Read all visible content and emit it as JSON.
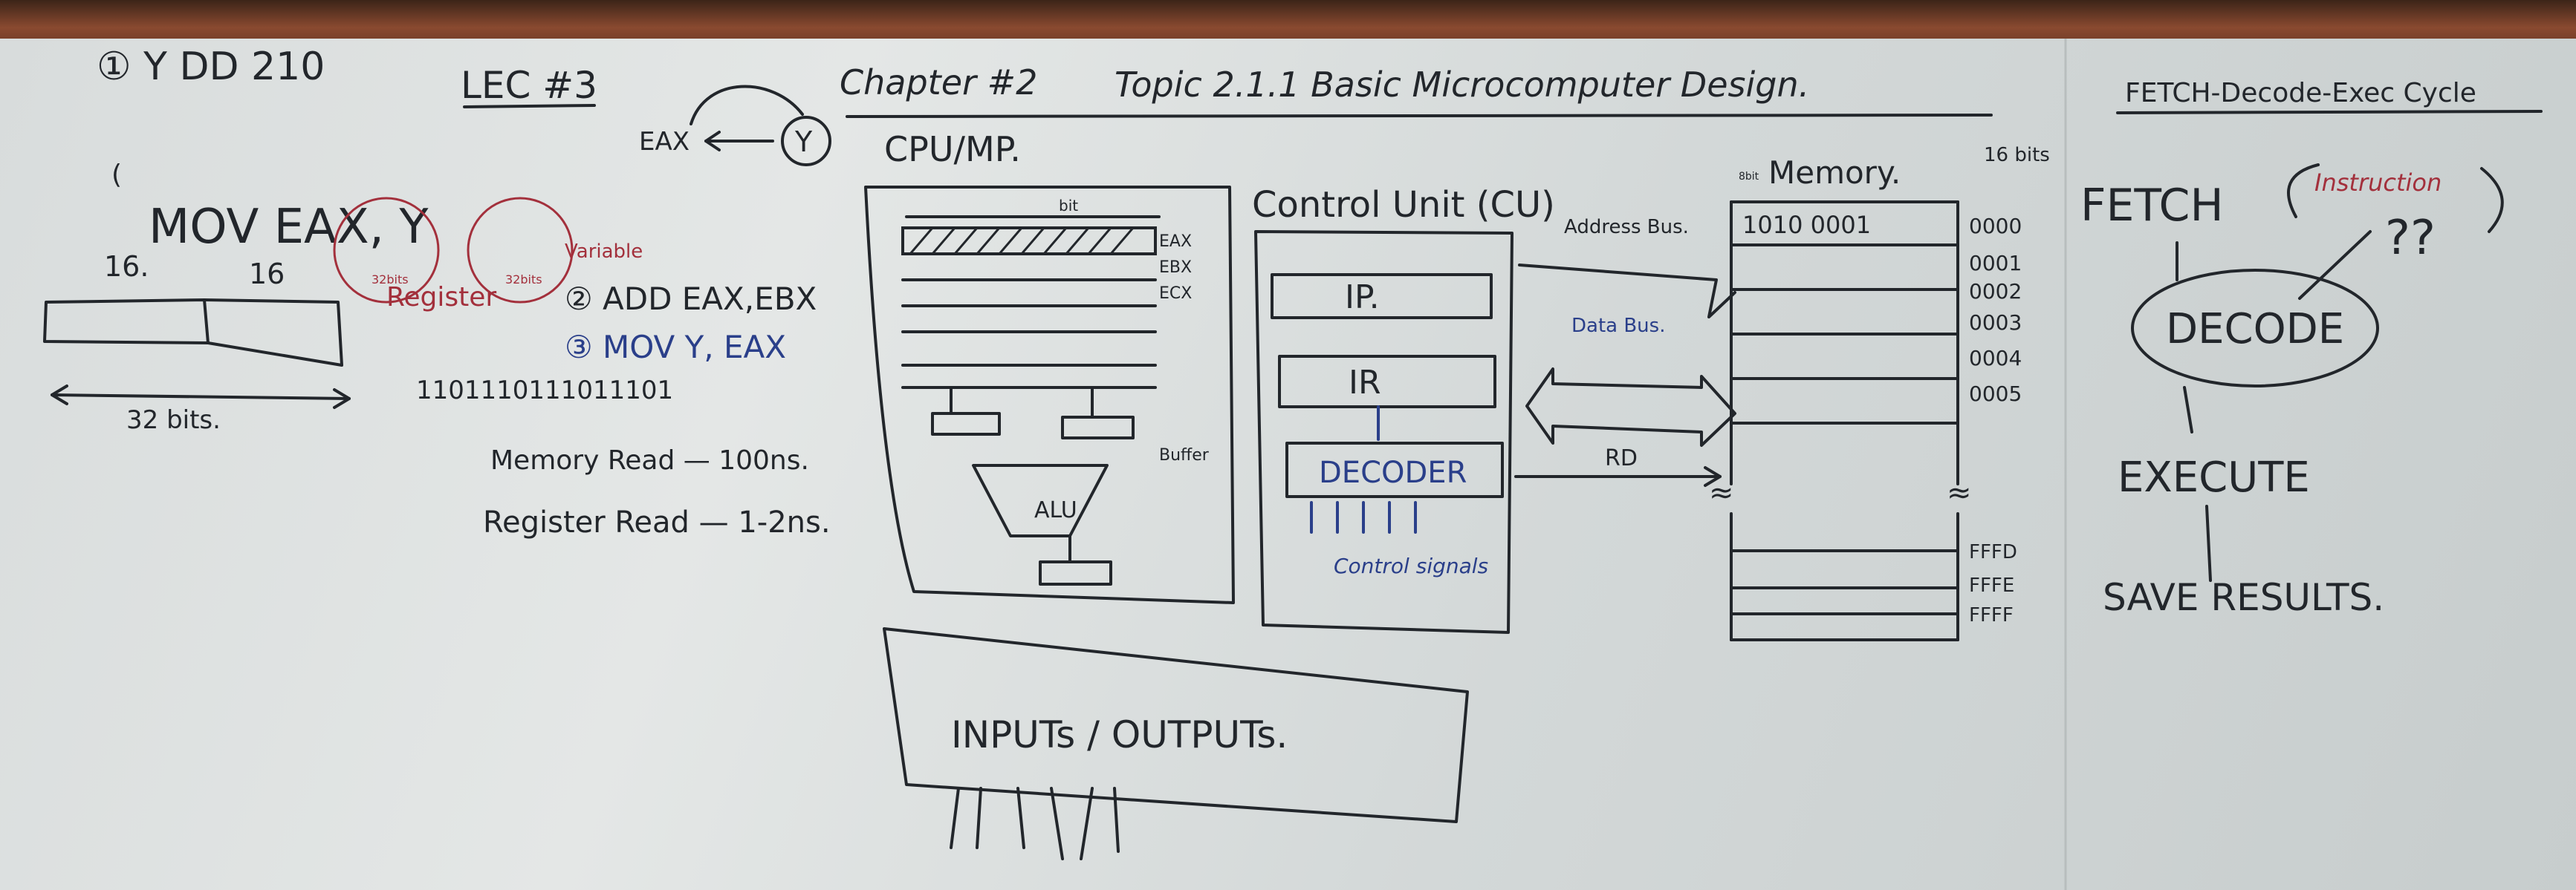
{
  "header": {
    "course": "① Y DD 210",
    "lecture": "LEC #3",
    "chapter": "Chapter #2",
    "topic": "Topic 2.1.1 Basic Microcomputer Design."
  },
  "left_notes": {
    "instruction_1": "MOV EAX, Y",
    "eax_label": "EAX",
    "eax_bits": "32bits",
    "y_label": "Y",
    "y_bits": "32bits",
    "variable_label": "Variable",
    "register_label": "Register",
    "instruction_2": "② ADD EAX,EBX",
    "instruction_3": "③ MOV Y, EAX",
    "half_1": "16.",
    "half_2": "16",
    "total_bits": "32 bits.",
    "binary": "1101110111011101",
    "memory_read": "Memory Read — 100ns.",
    "register_read": "Register Read — 1-2ns.",
    "arrow_eax": "EAX",
    "arrow_y": "Y"
  },
  "cpu": {
    "title": "CPU/MP.",
    "bits_label": "bit",
    "registers": [
      "EAX",
      "EBX",
      "ECX"
    ],
    "buffer_label": "Buffer",
    "alu_label": "ALU"
  },
  "control_unit": {
    "title": "Control Unit (CU)",
    "blocks": [
      "IP.",
      "IR",
      "DECODER"
    ],
    "signals_label": "Control signals"
  },
  "buses": {
    "address": "Address Bus.",
    "data": "Data Bus.",
    "rd": "RD"
  },
  "memory": {
    "title": "Memory.",
    "width_left": "8bit",
    "width_right": "16 bits",
    "first_cell": "1010 0001",
    "addresses_top": [
      "0000",
      "0001",
      "0002",
      "0003",
      "0004",
      "0005"
    ],
    "addresses_bottom": [
      "FFFD",
      "FFFE",
      "FFFF"
    ]
  },
  "io": {
    "label": "INPUTs / OUTPUTs."
  },
  "cycle": {
    "title": "FETCH-Decode-Exec Cycle",
    "steps": [
      "FETCH",
      "DECODE",
      "EXECUTE",
      "SAVE RESULTS."
    ],
    "instruction_note": "Instruction",
    "question": "??"
  }
}
